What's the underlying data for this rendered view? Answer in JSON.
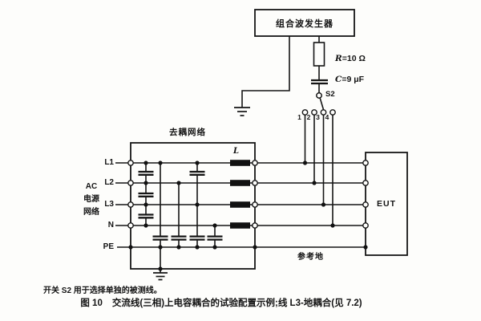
{
  "generator": {
    "label": "组合波发生器"
  },
  "coupling": {
    "resistor_symbol": "R",
    "resistor_value": "=10 Ω",
    "capacitor_symbol": "C",
    "capacitor_value": "=9 μF",
    "switch_label": "S2",
    "terminals": [
      "1",
      "2",
      "3",
      "4"
    ]
  },
  "decoupling": {
    "label": "去耦网络",
    "inductor_symbol": "L"
  },
  "power_source": {
    "lines": [
      "AC",
      "电源",
      "网络"
    ]
  },
  "conductors": [
    "L1",
    "L2",
    "L3",
    "N",
    "PE"
  ],
  "eut": {
    "label": "EUT"
  },
  "ground": {
    "reference_label": "参考地"
  },
  "notes": {
    "switch_note": "开关 S2 用于选择单独的被测线。"
  },
  "caption": {
    "figure": "图 10",
    "title": "交流线(三相)上电容耦合的试验配置示例;线 L3-地耦合(见 7.2)"
  }
}
